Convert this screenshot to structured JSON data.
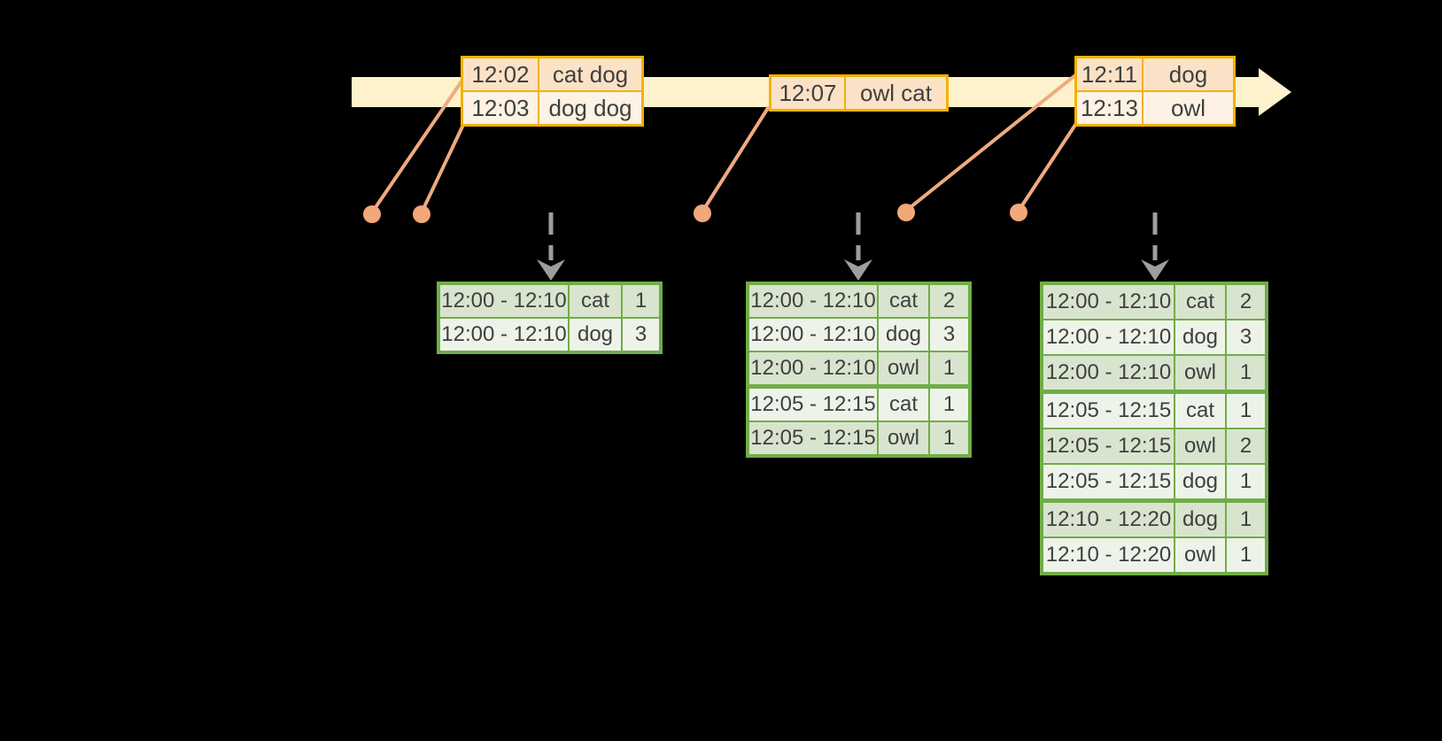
{
  "colors": {
    "background": "#000000",
    "timeline_band": "#fdf2cc",
    "event_table_border": "#f2b200",
    "event_row_peach": "#fbe2c7",
    "event_row_cream": "#fdf2e3",
    "connector_line_orange": "#efaa80",
    "event_dot_orange": "#f2a878",
    "trigger_arrow_gray": "#9e9e9e",
    "result_table_border": "#70ad47",
    "result_row_tinted": "#d9e4cf",
    "result_row_light": "#eef3ea",
    "text_dark": "#3f3f3f"
  },
  "event_tables": [
    {
      "rows": [
        {
          "time": "12:02",
          "words": "cat dog"
        },
        {
          "time": "12:03",
          "words": "dog dog"
        }
      ]
    },
    {
      "rows": [
        {
          "time": "12:07",
          "words": "owl cat"
        }
      ]
    },
    {
      "rows": [
        {
          "time": "12:11",
          "words": "dog"
        },
        {
          "time": "12:13",
          "words": "owl"
        }
      ]
    }
  ],
  "result_tables": [
    {
      "rows": [
        {
          "window": "12:00 - 12:10",
          "word": "cat",
          "count": "1"
        },
        {
          "window": "12:00 - 12:10",
          "word": "dog",
          "count": "3"
        }
      ]
    },
    {
      "rows": [
        {
          "window": "12:00 - 12:10",
          "word": "cat",
          "count": "2"
        },
        {
          "window": "12:00 - 12:10",
          "word": "dog",
          "count": "3"
        },
        {
          "window": "12:00 - 12:10",
          "word": "owl",
          "count": "1"
        },
        {
          "window": "12:05 - 12:15",
          "word": "cat",
          "count": "1"
        },
        {
          "window": "12:05 - 12:15",
          "word": "owl",
          "count": "1"
        }
      ]
    },
    {
      "rows": [
        {
          "window": "12:00 - 12:10",
          "word": "cat",
          "count": "2"
        },
        {
          "window": "12:00 - 12:10",
          "word": "dog",
          "count": "3"
        },
        {
          "window": "12:00 - 12:10",
          "word": "owl",
          "count": "1"
        },
        {
          "window": "12:05 - 12:15",
          "word": "cat",
          "count": "1"
        },
        {
          "window": "12:05 - 12:15",
          "word": "owl",
          "count": "2"
        },
        {
          "window": "12:05 - 12:15",
          "word": "dog",
          "count": "1"
        },
        {
          "window": "12:10 - 12:20",
          "word": "dog",
          "count": "1"
        },
        {
          "window": "12:10 - 12:20",
          "word": "owl",
          "count": "1"
        }
      ]
    }
  ]
}
